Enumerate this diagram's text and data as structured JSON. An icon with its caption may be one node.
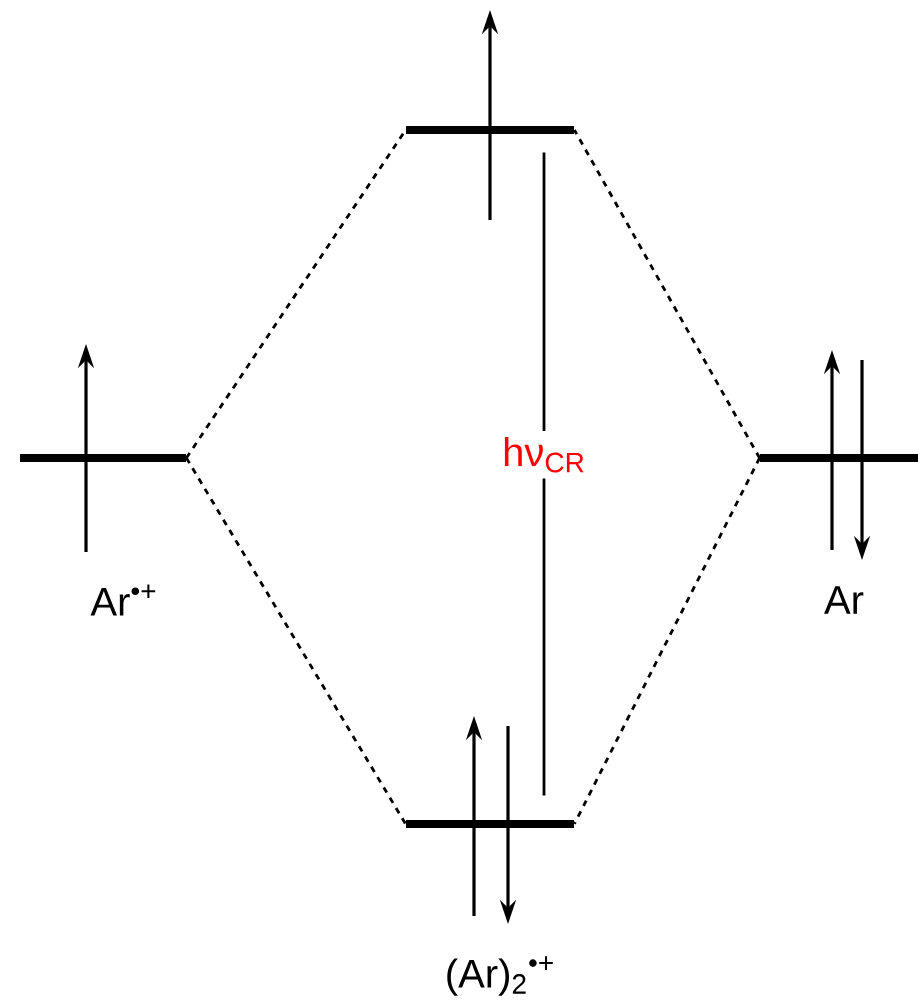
{
  "diagram": {
    "nodes": [
      {
        "text": [],
        "shape": "bar"
      },
      {
        "text": [],
        "shape": "bar",
        "beside": [
          "Ar$^{•+}$"
        ]
      },
      {
        "text": [],
        "shape": "bar",
        "beside": [
          "Ar"
        ]
      },
      {
        "text": [],
        "shape": "bar",
        "beside": [
          "(Ar)$_{2}$$^{•+}$"
        ]
      }
    ],
    "edges": [
      {
        "from": 1,
        "to": 0,
        "arrow": "none",
        "style": "dashed"
      },
      {
        "from": 1,
        "to": 3,
        "arrow": "none",
        "style": "dashed"
      },
      {
        "from": 2,
        "to": 0,
        "arrow": "none",
        "style": "dashed"
      },
      {
        "from": 2,
        "to": 3,
        "arrow": "none",
        "style": "dashed"
      },
      {
        "from": 0,
        "to": 3,
        "arrow": "none",
        "label": "hν$_{CR}$"
      }
    ]
  }
}
